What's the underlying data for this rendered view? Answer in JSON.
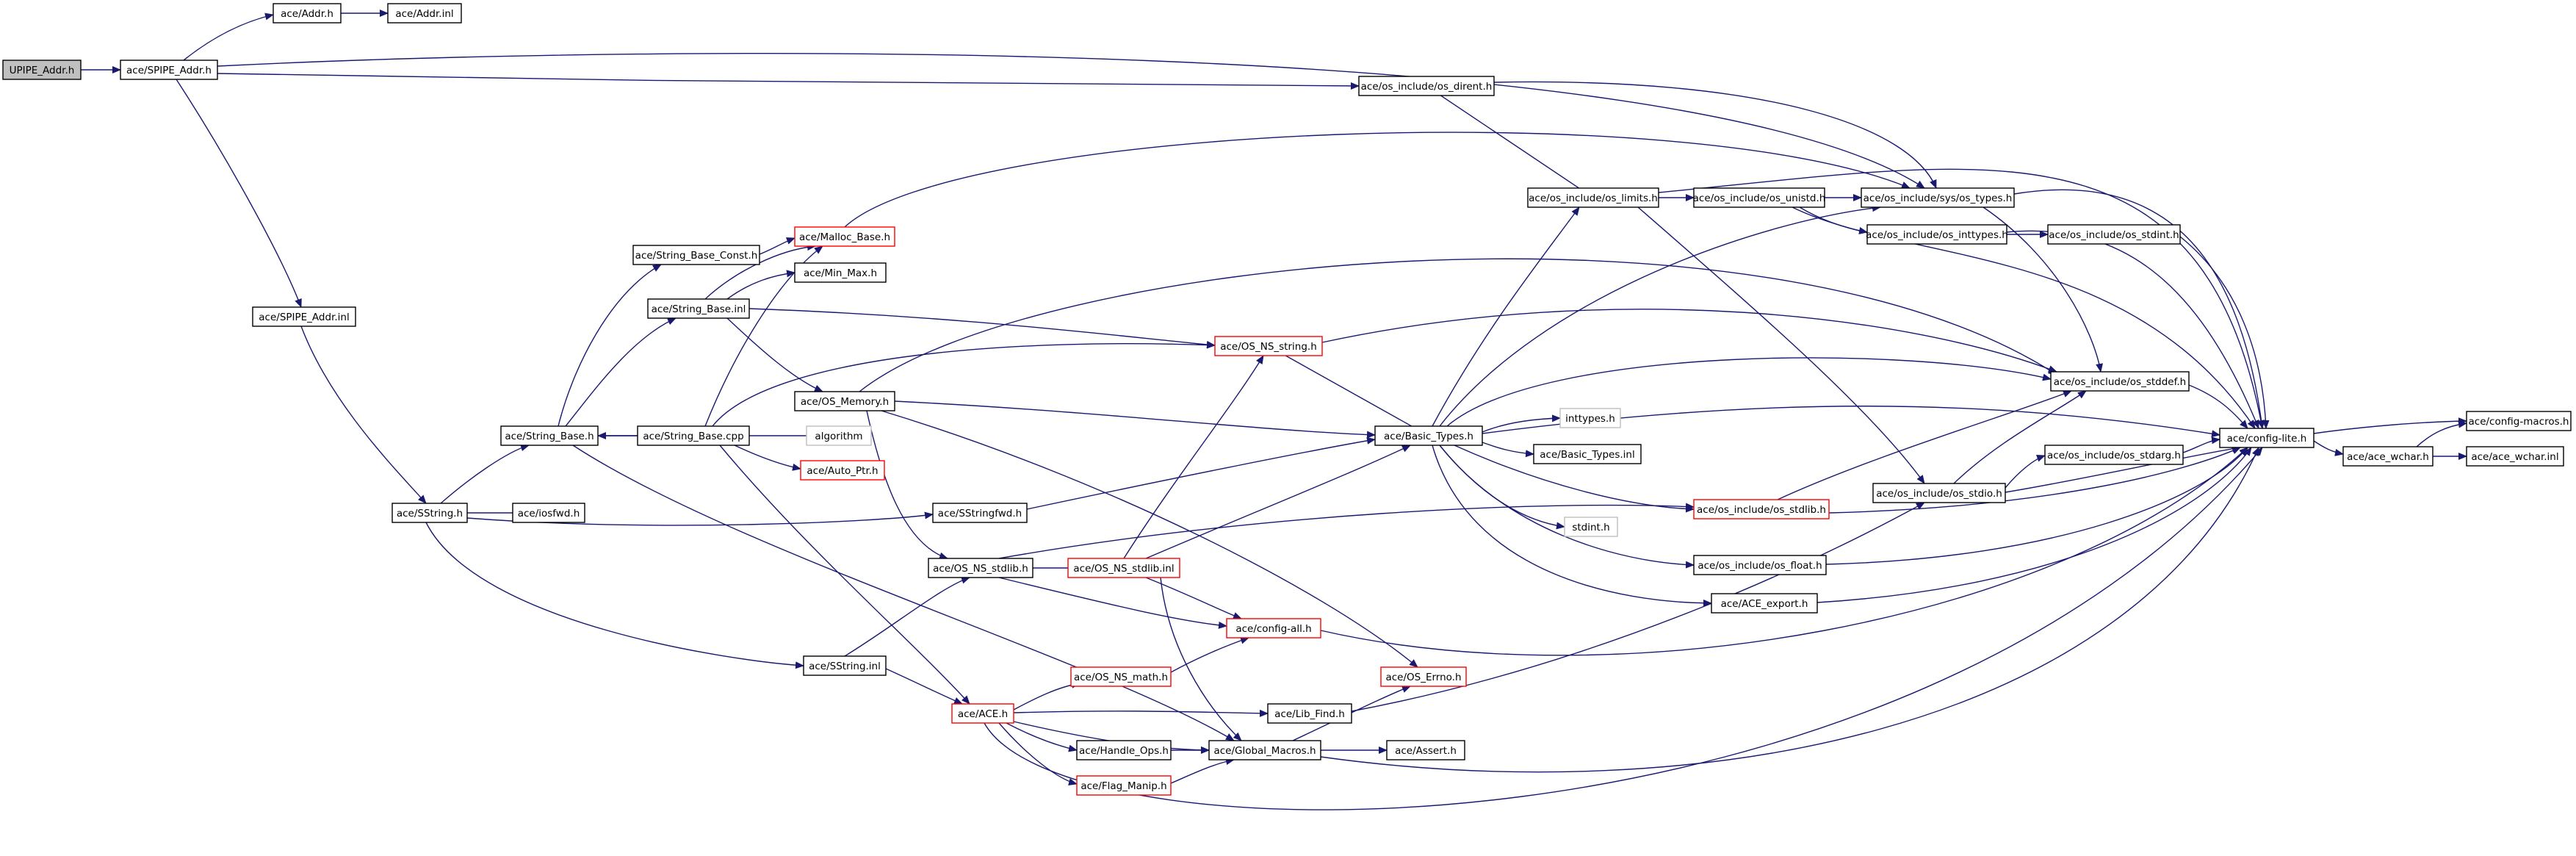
{
  "colors": {
    "edge": "#191970",
    "box_normal": "#000000",
    "box_truncated": "#ff0000",
    "box_missing": "#bfbfbf",
    "root_fill": "#bfbfbf",
    "background": "#ffffff"
  },
  "nodes": [
    {
      "id": "upipe_addr_h",
      "label": "UPIPE_Addr.h",
      "kind": "root"
    },
    {
      "id": "spipe_addr_h",
      "label": "ace/SPIPE_Addr.h",
      "kind": "normal"
    },
    {
      "id": "addr_h",
      "label": "ace/Addr.h",
      "kind": "normal"
    },
    {
      "id": "addr_inl",
      "label": "ace/Addr.inl",
      "kind": "normal"
    },
    {
      "id": "os_dirent_h",
      "label": "ace/os_include/os_dirent.h",
      "kind": "normal"
    },
    {
      "id": "os_limits_h",
      "label": "ace/os_include/os_limits.h",
      "kind": "normal"
    },
    {
      "id": "os_unistd_h",
      "label": "ace/os_include/os_unistd.h",
      "kind": "normal"
    },
    {
      "id": "os_types_h",
      "label": "ace/os_include/sys/os_types.h",
      "kind": "normal"
    },
    {
      "id": "os_inttypes_h",
      "label": "ace/os_include/os_inttypes.h",
      "kind": "normal"
    },
    {
      "id": "os_stdint_h",
      "label": "ace/os_include/os_stdint.h",
      "kind": "normal"
    },
    {
      "id": "malloc_base_h",
      "label": "ace/Malloc_Base.h",
      "kind": "truncated"
    },
    {
      "id": "string_base_const_h",
      "label": "ace/String_Base_Const.h",
      "kind": "normal"
    },
    {
      "id": "min_max_h",
      "label": "ace/Min_Max.h",
      "kind": "normal"
    },
    {
      "id": "string_base_inl",
      "label": "ace/String_Base.inl",
      "kind": "normal"
    },
    {
      "id": "spipe_addr_inl",
      "label": "ace/SPIPE_Addr.inl",
      "kind": "normal"
    },
    {
      "id": "os_ns_string_h",
      "label": "ace/OS_NS_string.h",
      "kind": "truncated"
    },
    {
      "id": "os_memory_h",
      "label": "ace/OS_Memory.h",
      "kind": "normal"
    },
    {
      "id": "os_stddef_h",
      "label": "ace/os_include/os_stddef.h",
      "kind": "normal"
    },
    {
      "id": "string_base_h",
      "label": "ace/String_Base.h",
      "kind": "normal"
    },
    {
      "id": "string_base_cpp",
      "label": "ace/String_Base.cpp",
      "kind": "normal"
    },
    {
      "id": "algorithm",
      "label": "algorithm",
      "kind": "missing"
    },
    {
      "id": "basic_types_h",
      "label": "ace/Basic_Types.h",
      "kind": "normal"
    },
    {
      "id": "inttypes_h",
      "label": "inttypes.h",
      "kind": "missing"
    },
    {
      "id": "config_lite_h",
      "label": "ace/config-lite.h",
      "kind": "normal"
    },
    {
      "id": "config_macros_h",
      "label": "ace/config-macros.h",
      "kind": "normal"
    },
    {
      "id": "basic_types_inl",
      "label": "ace/Basic_Types.inl",
      "kind": "normal"
    },
    {
      "id": "ace_wchar_h",
      "label": "ace/ace_wchar.h",
      "kind": "normal"
    },
    {
      "id": "ace_wchar_inl",
      "label": "ace/ace_wchar.inl",
      "kind": "normal"
    },
    {
      "id": "auto_ptr_h",
      "label": "ace/Auto_Ptr.h",
      "kind": "truncated"
    },
    {
      "id": "os_stdarg_h",
      "label": "ace/os_include/os_stdarg.h",
      "kind": "normal"
    },
    {
      "id": "os_stdio_h",
      "label": "ace/os_include/os_stdio.h",
      "kind": "normal"
    },
    {
      "id": "sstring_h",
      "label": "ace/SString.h",
      "kind": "normal"
    },
    {
      "id": "iosfwd_h",
      "label": "ace/iosfwd.h",
      "kind": "normal"
    },
    {
      "id": "sstringfwd_h",
      "label": "ace/SStringfwd.h",
      "kind": "normal"
    },
    {
      "id": "os_stdlib_h",
      "label": "ace/os_include/os_stdlib.h",
      "kind": "truncated"
    },
    {
      "id": "stdint_h",
      "label": "stdint.h",
      "kind": "missing"
    },
    {
      "id": "os_ns_stdlib_h",
      "label": "ace/OS_NS_stdlib.h",
      "kind": "normal"
    },
    {
      "id": "os_ns_stdlib_inl",
      "label": "ace/OS_NS_stdlib.inl",
      "kind": "truncated"
    },
    {
      "id": "os_float_h",
      "label": "ace/os_include/os_float.h",
      "kind": "normal"
    },
    {
      "id": "ace_export_h",
      "label": "ace/ACE_export.h",
      "kind": "normal"
    },
    {
      "id": "config_all_h",
      "label": "ace/config-all.h",
      "kind": "truncated"
    },
    {
      "id": "sstring_inl",
      "label": "ace/SString.inl",
      "kind": "normal"
    },
    {
      "id": "os_ns_math_h",
      "label": "ace/OS_NS_math.h",
      "kind": "truncated"
    },
    {
      "id": "os_errno_h",
      "label": "ace/OS_Errno.h",
      "kind": "truncated"
    },
    {
      "id": "ace_h",
      "label": "ace/ACE.h",
      "kind": "truncated"
    },
    {
      "id": "lib_find_h",
      "label": "ace/Lib_Find.h",
      "kind": "normal"
    },
    {
      "id": "handle_ops_h",
      "label": "ace/Handle_Ops.h",
      "kind": "normal"
    },
    {
      "id": "global_macros_h",
      "label": "ace/Global_Macros.h",
      "kind": "normal"
    },
    {
      "id": "assert_h",
      "label": "ace/Assert.h",
      "kind": "normal"
    },
    {
      "id": "flag_manip_h",
      "label": "ace/Flag_Manip.h",
      "kind": "truncated"
    }
  ],
  "edges": [
    [
      "upipe_addr_h",
      "spipe_addr_h"
    ],
    [
      "spipe_addr_h",
      "addr_h"
    ],
    [
      "addr_h",
      "addr_inl"
    ],
    [
      "spipe_addr_h",
      "os_dirent_h"
    ],
    [
      "spipe_addr_h",
      "os_types_h"
    ],
    [
      "spipe_addr_h",
      "spipe_addr_inl"
    ],
    [
      "os_dirent_h",
      "os_limits_h"
    ],
    [
      "os_dirent_h",
      "os_types_h"
    ],
    [
      "os_limits_h",
      "os_unistd_h"
    ],
    [
      "os_limits_h",
      "config_lite_h"
    ],
    [
      "os_limits_h",
      "os_stdio_h"
    ],
    [
      "os_unistd_h",
      "os_types_h"
    ],
    [
      "os_unistd_h",
      "os_inttypes_h"
    ],
    [
      "os_unistd_h",
      "config_lite_h"
    ],
    [
      "os_inttypes_h",
      "os_stdint_h"
    ],
    [
      "os_inttypes_h",
      "config_lite_h"
    ],
    [
      "os_stdint_h",
      "config_lite_h"
    ],
    [
      "os_types_h",
      "config_lite_h"
    ],
    [
      "os_types_h",
      "os_stddef_h"
    ],
    [
      "os_stddef_h",
      "config_lite_h"
    ],
    [
      "config_lite_h",
      "ace_wchar_h"
    ],
    [
      "config_lite_h",
      "config_macros_h"
    ],
    [
      "ace_wchar_h",
      "config_macros_h"
    ],
    [
      "ace_wchar_h",
      "ace_wchar_inl"
    ],
    [
      "spipe_addr_inl",
      "sstring_h"
    ],
    [
      "sstring_h",
      "string_base_h"
    ],
    [
      "sstring_h",
      "iosfwd_h"
    ],
    [
      "sstring_h",
      "sstringfwd_h"
    ],
    [
      "sstring_h",
      "sstring_inl"
    ],
    [
      "string_base_h",
      "string_base_const_h"
    ],
    [
      "string_base_h",
      "string_base_inl"
    ],
    [
      "string_base_h",
      "string_base_cpp"
    ],
    [
      "string_base_h",
      "global_macros_h"
    ],
    [
      "string_base_const_h",
      "malloc_base_h"
    ],
    [
      "string_base_inl",
      "malloc_base_h"
    ],
    [
      "string_base_inl",
      "min_max_h"
    ],
    [
      "string_base_inl",
      "os_ns_string_h"
    ],
    [
      "string_base_inl",
      "os_memory_h"
    ],
    [
      "string_base_cpp",
      "string_base_h"
    ],
    [
      "string_base_cpp",
      "malloc_base_h"
    ],
    [
      "string_base_cpp",
      "os_ns_string_h"
    ],
    [
      "string_base_cpp",
      "algorithm"
    ],
    [
      "string_base_cpp",
      "auto_ptr_h"
    ],
    [
      "string_base_cpp",
      "ace_h"
    ],
    [
      "malloc_base_h",
      "os_types_h"
    ],
    [
      "os_memory_h",
      "basic_types_h"
    ],
    [
      "os_memory_h",
      "os_stddef_h"
    ],
    [
      "os_memory_h",
      "os_ns_stdlib_h"
    ],
    [
      "os_memory_h",
      "os_errno_h"
    ],
    [
      "os_ns_string_h",
      "basic_types_h"
    ],
    [
      "os_ns_string_h",
      "os_stddef_h"
    ],
    [
      "basic_types_h",
      "os_limits_h"
    ],
    [
      "basic_types_h",
      "os_types_h"
    ],
    [
      "basic_types_h",
      "inttypes_h"
    ],
    [
      "basic_types_h",
      "basic_types_inl"
    ],
    [
      "basic_types_h",
      "stdint_h"
    ],
    [
      "basic_types_h",
      "os_stdlib_h"
    ],
    [
      "basic_types_h",
      "os_float_h"
    ],
    [
      "basic_types_h",
      "ace_export_h"
    ],
    [
      "basic_types_h",
      "config_lite_h"
    ],
    [
      "basic_types_h",
      "os_stddef_h"
    ],
    [
      "sstringfwd_h",
      "basic_types_h"
    ],
    [
      "os_stdlib_h",
      "os_stddef_h"
    ],
    [
      "os_stdlib_h",
      "config_lite_h"
    ],
    [
      "os_stdio_h",
      "os_stdarg_h"
    ],
    [
      "os_stdio_h",
      "os_stddef_h"
    ],
    [
      "os_stdio_h",
      "config_lite_h"
    ],
    [
      "os_stdarg_h",
      "config_lite_h"
    ],
    [
      "os_float_h",
      "config_lite_h"
    ],
    [
      "ace_export_h",
      "config_lite_h"
    ],
    [
      "sstring_inl",
      "os_ns_stdlib_h"
    ],
    [
      "sstring_inl",
      "ace_h"
    ],
    [
      "os_ns_stdlib_h",
      "os_ns_stdlib_inl"
    ],
    [
      "os_ns_stdlib_h",
      "config_all_h"
    ],
    [
      "os_ns_stdlib_h",
      "os_stdlib_h"
    ],
    [
      "os_ns_stdlib_inl",
      "basic_types_h"
    ],
    [
      "os_ns_stdlib_inl",
      "os_ns_string_h"
    ],
    [
      "os_ns_stdlib_inl",
      "config_all_h"
    ],
    [
      "os_ns_stdlib_inl",
      "global_macros_h"
    ],
    [
      "config_all_h",
      "config_lite_h"
    ],
    [
      "os_ns_math_h",
      "config_all_h"
    ],
    [
      "ace_h",
      "os_ns_math_h"
    ],
    [
      "ace_h",
      "lib_find_h"
    ],
    [
      "ace_h",
      "handle_ops_h"
    ],
    [
      "ace_h",
      "flag_manip_h"
    ],
    [
      "ace_h",
      "global_macros_h"
    ],
    [
      "ace_h",
      "config_lite_h"
    ],
    [
      "lib_find_h",
      "os_stdio_h"
    ],
    [
      "handle_ops_h",
      "global_macros_h"
    ],
    [
      "flag_manip_h",
      "global_macros_h"
    ],
    [
      "global_macros_h",
      "assert_h"
    ],
    [
      "global_macros_h",
      "os_errno_h"
    ],
    [
      "global_macros_h",
      "config_lite_h"
    ]
  ]
}
